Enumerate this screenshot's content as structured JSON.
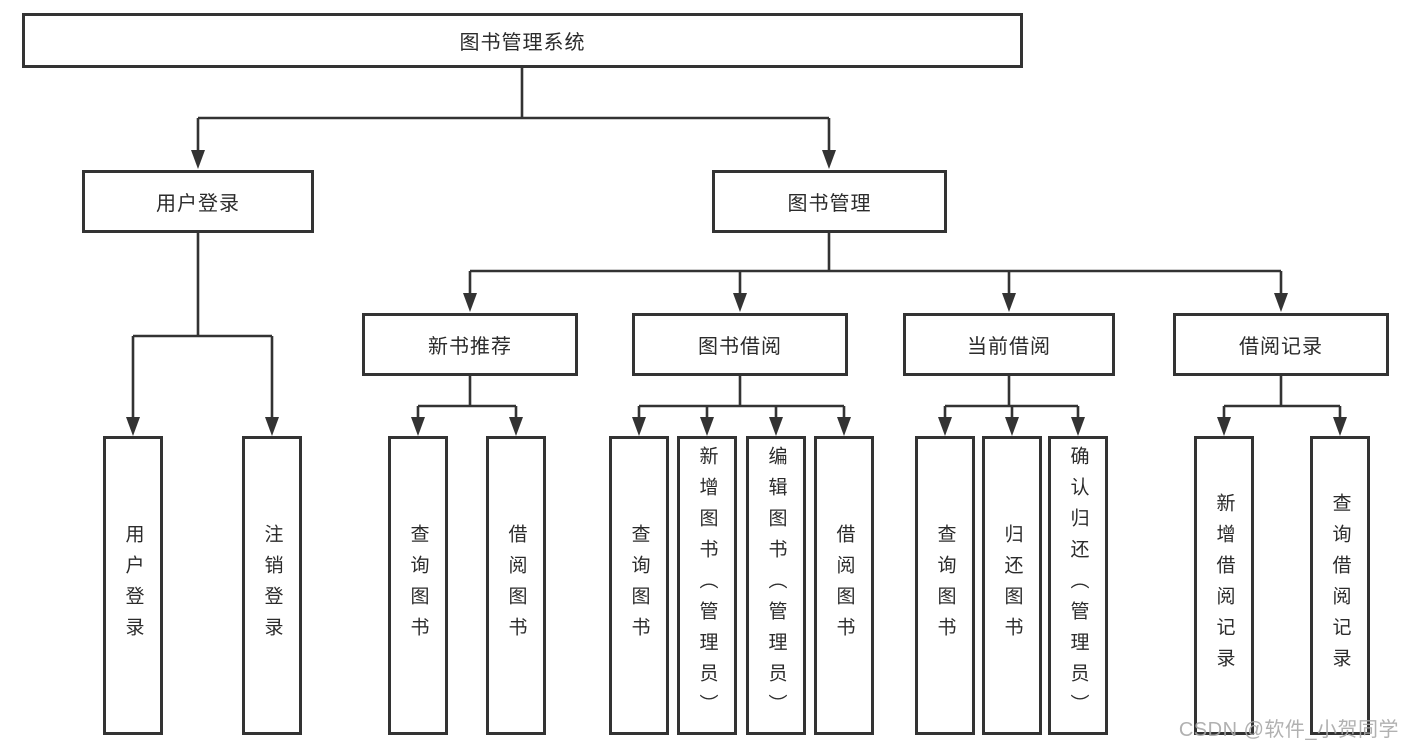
{
  "colors": {
    "line": "#333333",
    "text": "#2b2b2b",
    "background": "#ffffff",
    "watermark": "#a8a8a8"
  },
  "watermark": {
    "text": "CSDN @软件_小贺同学"
  },
  "tree": {
    "label": "图书管理系统",
    "children": [
      {
        "label": "用户登录",
        "children": [
          {
            "label": "用户登录"
          },
          {
            "label": "注销登录"
          }
        ]
      },
      {
        "label": "图书管理",
        "children": [
          {
            "label": "新书推荐",
            "children": [
              {
                "label": "查询图书"
              },
              {
                "label": "借阅图书"
              }
            ]
          },
          {
            "label": "图书借阅",
            "children": [
              {
                "label": "查询图书"
              },
              {
                "label": "新增图书（管理员）"
              },
              {
                "label": "编辑图书（管理员）"
              },
              {
                "label": "借阅图书"
              }
            ]
          },
          {
            "label": "当前借阅",
            "children": [
              {
                "label": "查询图书"
              },
              {
                "label": "归还图书"
              },
              {
                "label": "确认归还（管理员）"
              }
            ]
          },
          {
            "label": "借阅记录",
            "children": [
              {
                "label": "新增借阅记录"
              },
              {
                "label": "查询借阅记录"
              }
            ]
          }
        ]
      }
    ]
  }
}
